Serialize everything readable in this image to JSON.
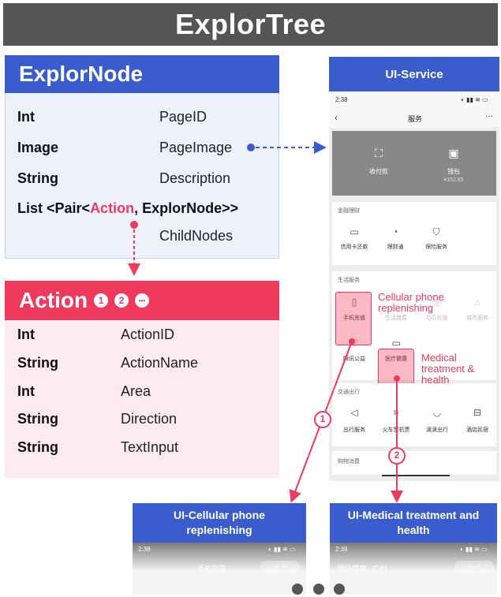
{
  "title": "ExplorTree",
  "explor_node": {
    "header": "ExplorNode",
    "fields": [
      {
        "type": "Int",
        "name": "PageID"
      },
      {
        "type": "Image",
        "name": "PageImage"
      },
      {
        "type": "String",
        "name": "Description"
      }
    ],
    "list_prefix": "List <Pair<",
    "list_action": "Action",
    "list_suffix": ", ExplorNode>>",
    "list_name": "ChildNodes"
  },
  "action": {
    "header": "Action",
    "badges": [
      "1",
      "2",
      "•••"
    ],
    "fields": [
      {
        "type": "Int",
        "name": "ActionID"
      },
      {
        "type": "String",
        "name": "ActionName"
      },
      {
        "type": "Int",
        "name": "Area"
      },
      {
        "type": "String",
        "name": "Direction"
      },
      {
        "type": "String",
        "name": "TextInput"
      }
    ]
  },
  "ui_service": {
    "header": "UI-Service",
    "status_time": "2:38",
    "page_title": "服务",
    "wallet": {
      "pay_label": "收付款",
      "wallet_label": "钱包",
      "wallet_amount": "¥152.65"
    },
    "finance": {
      "title": "金融理财",
      "items": [
        "信用卡还款",
        "理财通",
        "保险服务"
      ]
    },
    "life": {
      "title": "生活服务",
      "items_row1": [
        "手机充值",
        "生活缴费",
        "Q币充值",
        "城市服务"
      ],
      "items_row2": [
        "腾讯公益",
        "医疗健康"
      ]
    },
    "transport": {
      "title": "交通出行",
      "items": [
        "出行服务",
        "火车票机票",
        "滴滴出行",
        "酒店民宿"
      ]
    },
    "shopping": {
      "title": "购物消费"
    }
  },
  "annotations": {
    "cellular": "Cellular phone replenishing",
    "medical": "Medical treatment & health",
    "marker_1": "1",
    "marker_2": "2"
  },
  "ui_cellular": {
    "header": "UI-Cellular phone replenishing",
    "status_time": "2:38",
    "page_title": "手机充值"
  },
  "ui_medical": {
    "header": "UI-Medical treatment and health",
    "status_time": "2:39",
    "page_title": "腾讯健康 · 广州"
  },
  "colors": {
    "blue": "#3b5ccc",
    "red": "#ef3a5d",
    "gray": "#555555"
  }
}
